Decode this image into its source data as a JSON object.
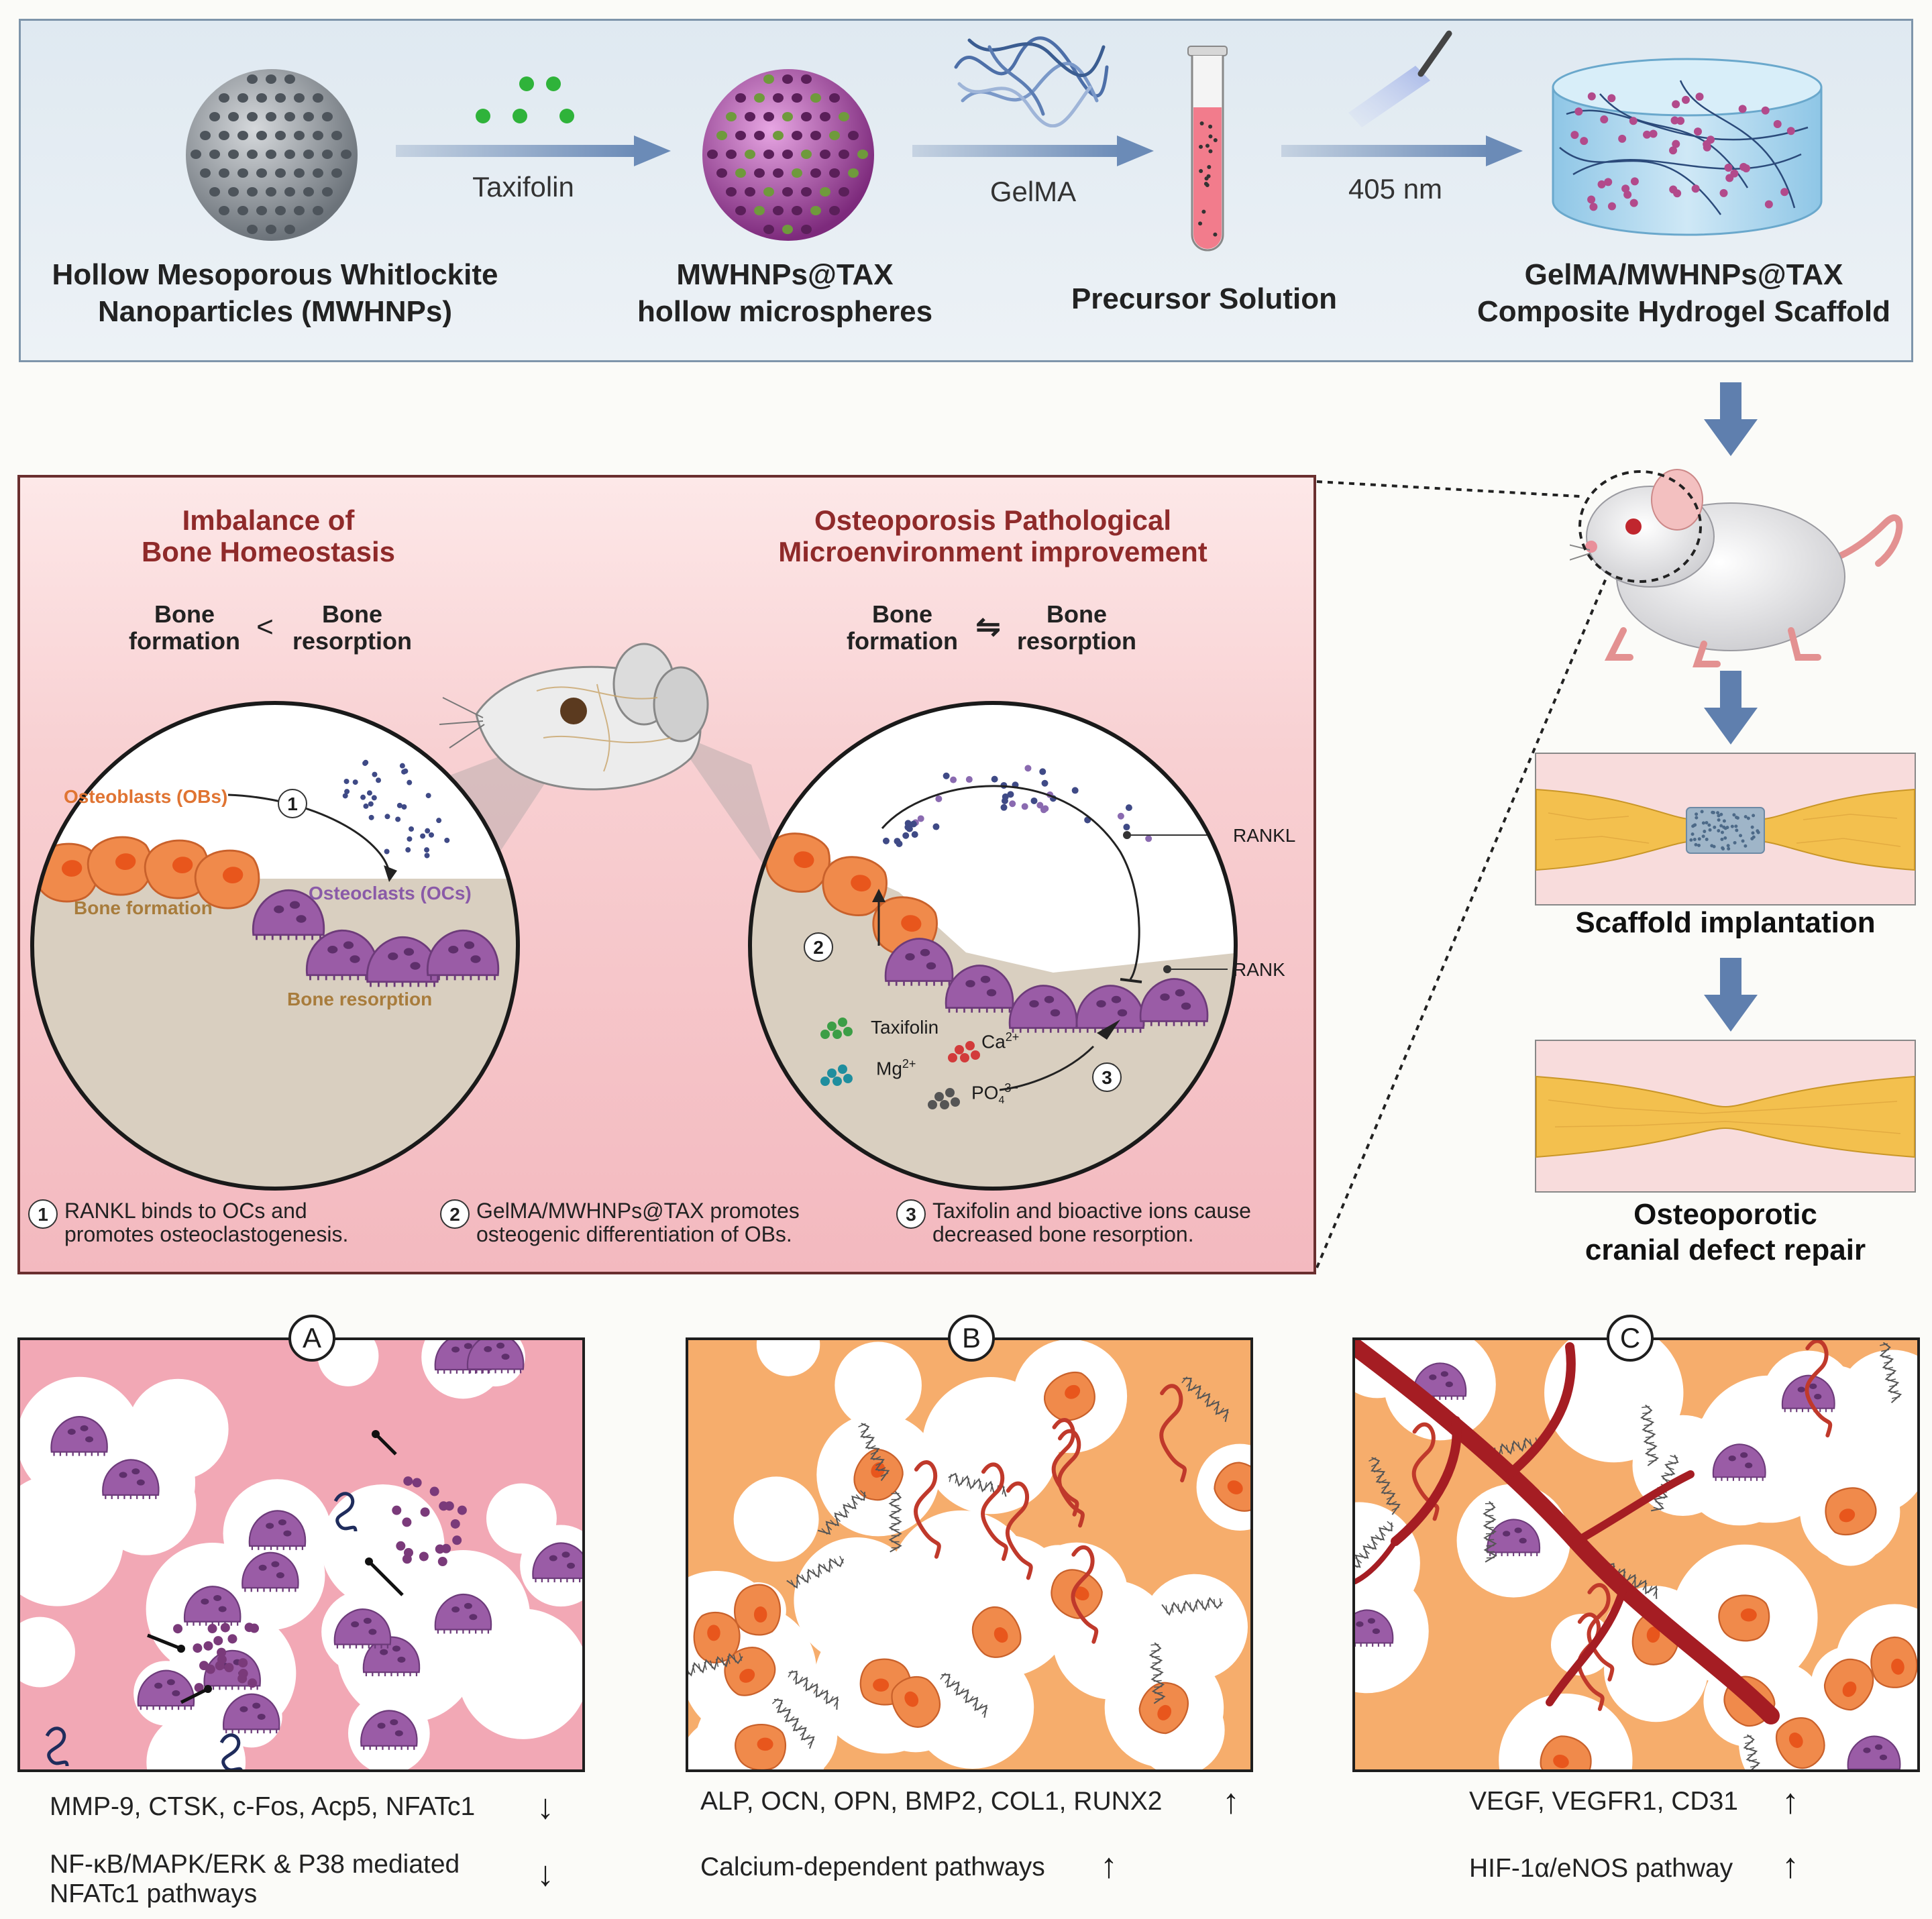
{
  "top": {
    "item1": "Hollow Mesoporous Whitlockite Nanoparticles (MWHNPs)",
    "item1_line1": "Hollow Mesoporous Whitlockite",
    "item1_line2": "Nanoparticles (MWHNPs)",
    "step1": "Taxifolin",
    "item2_line1": "MWHNPs@TAX",
    "item2_line2": "hollow microspheres",
    "step2": "GelMA",
    "item3": "Precursor Solution",
    "step3": "405 nm",
    "item4_line1": "GelMA/MWHNPs@TAX",
    "item4_line2": "Composite Hydrogel Scaffold"
  },
  "mechanism": {
    "left_title_line1": "Imbalance of",
    "left_title_line2": "Bone Homeostasis",
    "right_title_line1": "Osteoporosis Pathological",
    "right_title_line2": "Microenvironment improvement",
    "bone_formation": "Bone formation",
    "bone_resorption": "Bone resorption",
    "left_relation": "<",
    "right_relation": "⇋",
    "bone_word": "Bone",
    "formation_word": "formation",
    "resorption_word": "resorption",
    "osteoblasts": "Osteoblasts (OBs)",
    "osteoclasts": "Osteoclasts (OCs)",
    "rankl": "RANKL",
    "rank": "RANK",
    "taxifolin": "Taxifolin",
    "ca": "Ca",
    "ca_sup": "2+",
    "mg": "Mg",
    "mg_sup": "2+",
    "po": "PO",
    "po_sub": "4",
    "po_sup": "3−",
    "num1": "1",
    "num2": "2",
    "num3": "3",
    "note1_line1": "RANKL binds to OCs and",
    "note1_line2": "promotes osteoclastogenesis.",
    "note2_line1": "GelMA/MWHNPs@TAX promotes",
    "note2_line2": "osteogenic differentiation of OBs.",
    "note3_line1": "Taxifolin and bioactive ions cause",
    "note3_line2": "decreased bone resorption."
  },
  "side": {
    "scaffold_implantation": "Scaffold implantation",
    "repair_line1": "Osteoporotic",
    "repair_line2": "cranial defect repair"
  },
  "panels": {
    "a_badge": "A",
    "b_badge": "B",
    "c_badge": "C",
    "a_text1": "MMP-9, CTSK, c-Fos, Acp5, NFATc1",
    "a_text2_line1": "NF-κB/MAPK/ERK & P38 mediated",
    "a_text2_line2": "NFATc1 pathways",
    "b_text1": "ALP, OCN, OPN, BMP2, COL1, RUNX2",
    "b_text2": "Calcium-dependent pathways",
    "c_text1": "VEGF, VEGFR1, CD31",
    "c_text2": "HIF-1α/eNOS pathway",
    "down_arrow": "↓",
    "up_arrow": "↑"
  },
  "colors": {
    "osteoclast": "#9a5ca6",
    "osteoblast": "#f08a4b",
    "panel_a_bg": "#f0a7b4",
    "panel_b_bg": "#f6ad6c",
    "vessel": "#a51d23",
    "title_red": "#8f2a2a"
  }
}
